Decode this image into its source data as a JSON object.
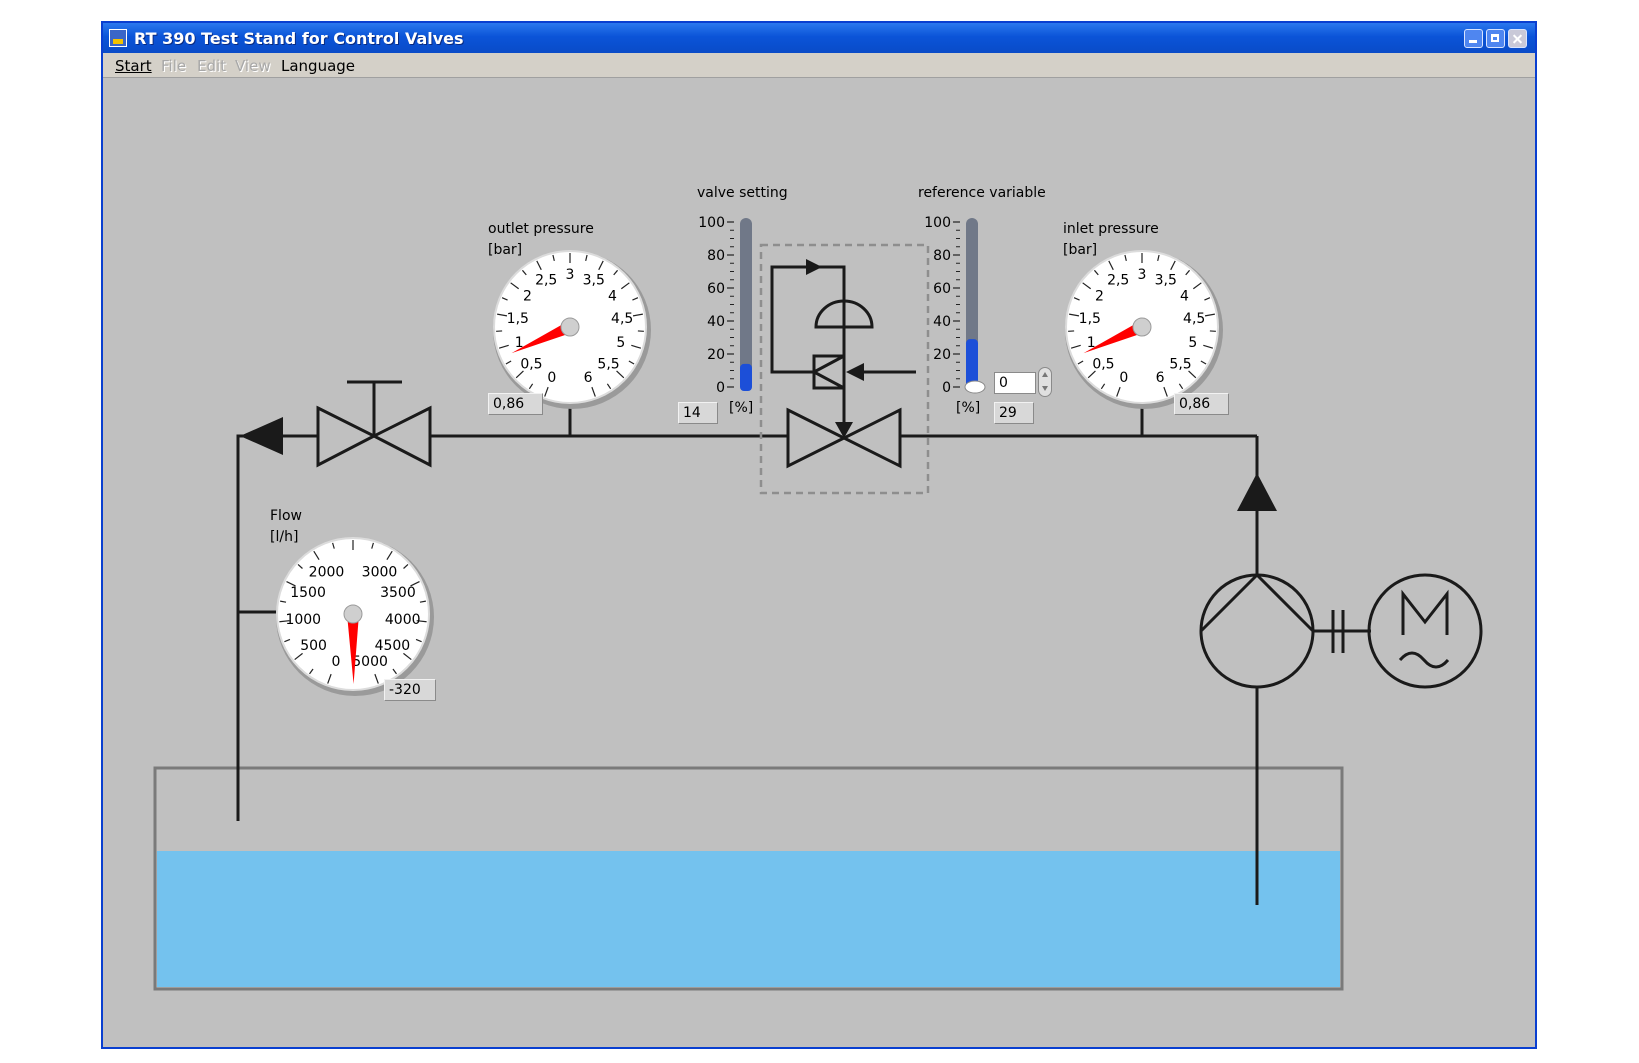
{
  "window": {
    "title": "RT 390 Test Stand for Control Valves"
  },
  "menu": [
    {
      "label": "Start",
      "enabled": true
    },
    {
      "label": "File",
      "enabled": false
    },
    {
      "label": "Edit",
      "enabled": false
    },
    {
      "label": "View",
      "enabled": false
    },
    {
      "label": "Language",
      "enabled": true
    }
  ],
  "outlet_pressure": {
    "label": "outlet pressure",
    "unit": "[bar]",
    "value": 0.86,
    "display": "0,86",
    "scale_labels": [
      "0",
      "0,5",
      "1",
      "1,5",
      "2",
      "2,5",
      "3",
      "3,5",
      "4",
      "4,5",
      "5",
      "5,5",
      "6"
    ]
  },
  "inlet_pressure": {
    "label": "inlet pressure",
    "unit": "[bar]",
    "value": 0.86,
    "display": "0,86",
    "scale_labels": [
      "0",
      "0,5",
      "1",
      "1,5",
      "2",
      "2,5",
      "3",
      "3,5",
      "4",
      "4,5",
      "5",
      "5,5",
      "6"
    ]
  },
  "flow": {
    "label": "Flow",
    "unit": "[l/h]",
    "value": -320,
    "display": "-320",
    "scale_labels": [
      "0",
      "500",
      "1000",
      "1500",
      "2000",
      "3000",
      "3500",
      "4000",
      "4500",
      "5000"
    ]
  },
  "valve_setting": {
    "label": "valve setting",
    "unit": "[%]",
    "value": 14,
    "display": "14",
    "scale_labels": [
      "100",
      "80",
      "60",
      "40",
      "20",
      "0"
    ]
  },
  "reference_variable": {
    "label": "reference variable",
    "unit": "[%]",
    "value": 29,
    "display": "29",
    "input_value": "0",
    "scale_labels": [
      "100",
      "80",
      "60",
      "40",
      "20",
      "0"
    ]
  },
  "colors": {
    "water": "#74c2ee",
    "needle": "#ff0000",
    "bar_fill": "#1c4fd8",
    "bar_track": "#707888"
  }
}
